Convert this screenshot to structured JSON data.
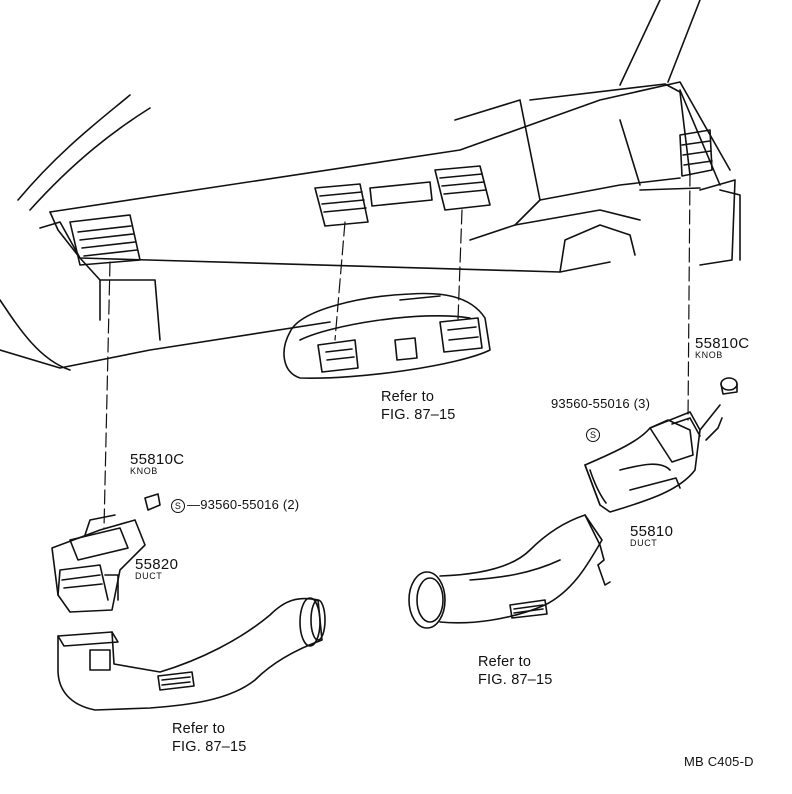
{
  "diagram_code": "MB C405-D",
  "parts": {
    "knob_right": {
      "number": "55810C",
      "name": "KNOB"
    },
    "screw_right": {
      "symbol": "S",
      "code": "93560-55016 (3)"
    },
    "duct_right": {
      "number": "55810",
      "name": "DUCT"
    },
    "knob_left": {
      "number": "55810C",
      "name": "KNOB"
    },
    "screw_left": {
      "symbol": "S",
      "code": "93560-55016 (2)"
    },
    "duct_left": {
      "number": "55820",
      "name": "DUCT"
    }
  },
  "refs": {
    "center": {
      "line1": "Refer to",
      "line2": "FIG. 87–15"
    },
    "right": {
      "line1": "Refer to",
      "line2": "FIG. 87–15"
    },
    "bottom": {
      "line1": "Refer to",
      "line2": "FIG. 87–15"
    }
  }
}
